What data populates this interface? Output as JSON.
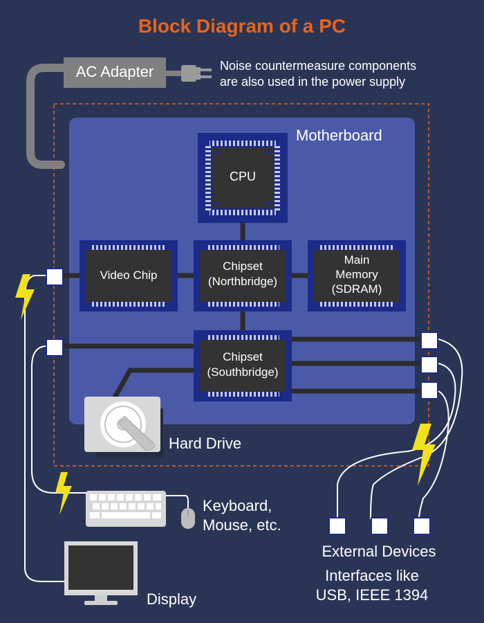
{
  "title": "Block Diagram of a PC",
  "power": {
    "adapter_label": "AC Adapter",
    "note_line1": "Noise countermeasure components",
    "note_line2": "are also used in the power supply"
  },
  "motherboard": {
    "label": "Motherboard",
    "cpu": "CPU",
    "video_chip": "Video Chip",
    "northbridge_line1": "Chipset",
    "northbridge_line2": "(Northbridge)",
    "memory_line1": "Main",
    "memory_line2": "Memory",
    "memory_line3": "(SDRAM)",
    "southbridge_line1": "Chipset",
    "southbridge_line2": "(Southbridge)"
  },
  "hard_drive": "Hard Drive",
  "keyboard_line1": "Keyboard,",
  "keyboard_line2": "Mouse, etc.",
  "display": "Display",
  "external_devices": "External Devices",
  "interfaces_line1": "Interfaces like",
  "interfaces_line2": "USB, IEEE 1394",
  "colors": {
    "background": "#2a3556",
    "title": "#e8641e",
    "motherboard": "#4b5aa8",
    "chip_outer": "#1c2a88",
    "chip_inner": "#333333",
    "bus": "#2c2c2c",
    "adapter": "#808080",
    "lightning": "#f2e21b",
    "dashed_border": "#e8641e"
  }
}
